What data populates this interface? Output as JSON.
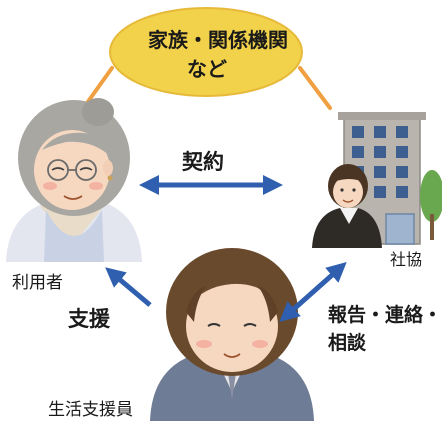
{
  "center_node": {
    "line1": "家族・関係機関",
    "line2": "など",
    "fill_color": "#f2d24b"
  },
  "nodes": {
    "user": {
      "label": "利用者"
    },
    "council": {
      "label": "社協"
    },
    "supporter": {
      "label": "生活支援員"
    }
  },
  "edges": {
    "contract": {
      "label": "契約"
    },
    "support": {
      "label": "支援"
    },
    "report": {
      "line1": "報告・連絡・",
      "line2": "相談"
    }
  },
  "colors": {
    "arrow": "#2f5fae",
    "connector": "#f0a040"
  }
}
